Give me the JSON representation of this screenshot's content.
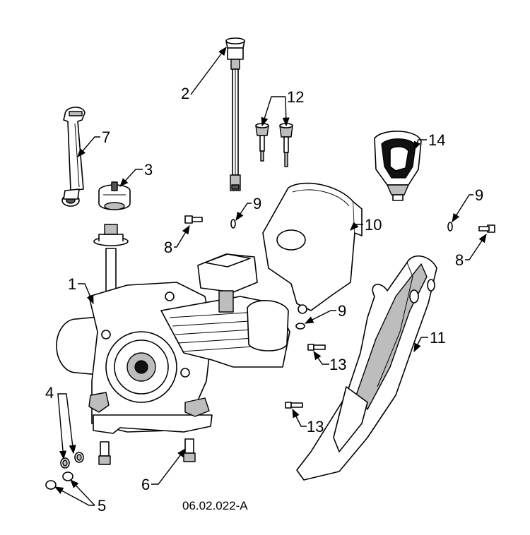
{
  "callouts": {
    "c1": "1",
    "c2": "2",
    "c3": "3",
    "c4": "4",
    "c5": "5",
    "c6": "6",
    "c7": "7",
    "c8a": "8",
    "c8b": "8",
    "c9a": "9",
    "c9b": "9",
    "c9c": "9",
    "c10": "10",
    "c11": "11",
    "c12": "12",
    "c13a": "13",
    "c13b": "13",
    "c14": "14"
  },
  "document_number": "06.02.022-A"
}
